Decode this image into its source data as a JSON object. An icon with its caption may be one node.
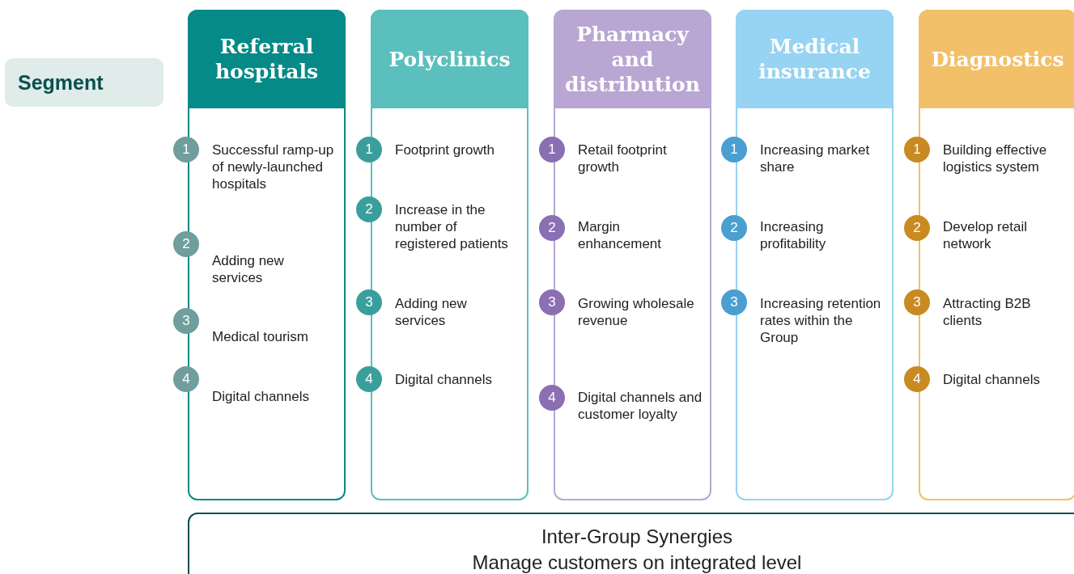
{
  "diagram": {
    "nodes": [
      {
        "text": [
          "Segment"
        ]
      },
      {
        "text": [
          "Referral hospitals"
        ]
      },
      {
        "text": [
          "1"
        ],
        "beside": [
          "Successful ramp-up of newly-launched hospitals"
        ],
        "in": 1
      },
      {
        "text": [
          "2"
        ],
        "beside": [
          "Adding new services"
        ],
        "in": 1
      },
      {
        "text": [
          "3"
        ],
        "beside": [
          "Medical tourism"
        ],
        "in": 1
      },
      {
        "text": [
          "4"
        ],
        "beside": [
          "Digital channels"
        ],
        "in": 1
      },
      {
        "text": [
          "Polyclinics"
        ]
      },
      {
        "text": [
          "1"
        ],
        "beside": [
          "Footprint growth"
        ],
        "in": 6
      },
      {
        "text": [
          "2"
        ],
        "beside": [
          "Increase in the number of registered patients"
        ],
        "in": 6
      },
      {
        "text": [
          "3"
        ],
        "beside": [
          "Adding new services"
        ],
        "in": 6
      },
      {
        "text": [
          "4"
        ],
        "beside": [
          "Digital channels"
        ],
        "in": 6
      },
      {
        "text": [
          "Pharmacy and distribution"
        ]
      },
      {
        "text": [
          "1"
        ],
        "beside": [
          "Retail footprint growth"
        ],
        "in": 11
      },
      {
        "text": [
          "2"
        ],
        "beside": [
          "Margin enhancement"
        ],
        "in": 11
      },
      {
        "text": [
          "3"
        ],
        "beside": [
          "Growing wholesale revenue"
        ],
        "in": 11
      },
      {
        "text": [
          "4"
        ],
        "beside": [
          "Digital channels and customer loyalty"
        ],
        "in": 11
      },
      {
        "text": [
          "Medical insurance"
        ]
      },
      {
        "text": [
          "1"
        ],
        "beside": [
          "Increasing market share"
        ],
        "in": 16
      },
      {
        "text": [
          "2"
        ],
        "beside": [
          "Increasing profitability"
        ],
        "in": 16
      },
      {
        "text": [
          "3"
        ],
        "beside": [
          "Increasing retention rates within the Group"
        ],
        "in": 16
      },
      {
        "text": [
          "Diagnostics"
        ]
      },
      {
        "text": [
          "1"
        ],
        "beside": [
          "Building effective logistics system"
        ],
        "in": 20
      },
      {
        "text": [
          "2"
        ],
        "beside": [
          "Develop retail network"
        ],
        "in": 20
      },
      {
        "text": [
          "3"
        ],
        "beside": [
          "Attracting B2B clients"
        ],
        "in": 20
      },
      {
        "text": [
          "4"
        ],
        "beside": [
          "Digital channels"
        ],
        "in": 20
      },
      {
        "text": [
          "Inter-Group Synergies",
          "Manage customers on integrated level"
        ]
      }
    ],
    "edges": []
  }
}
